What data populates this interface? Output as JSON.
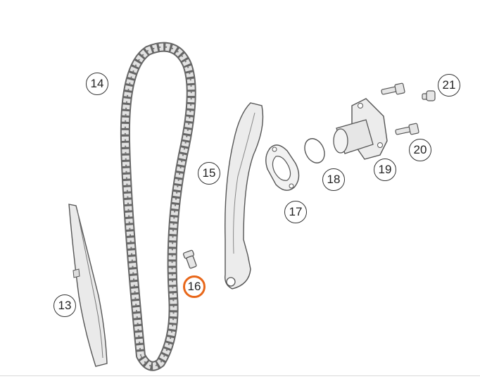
{
  "diagram": {
    "part_numbers": {
      "chain": "14",
      "guide_rail": "13",
      "tensioner_rail": "15",
      "pivot_bolt": "16",
      "gasket": "17",
      "o_ring": "18",
      "tensioner": "19",
      "bolt": "20",
      "plug_screw": "21"
    },
    "highlighted_part": "16",
    "colors": {
      "highlight": "#e8671a",
      "line": "#555555",
      "fill": "#e6e6e6"
    }
  }
}
